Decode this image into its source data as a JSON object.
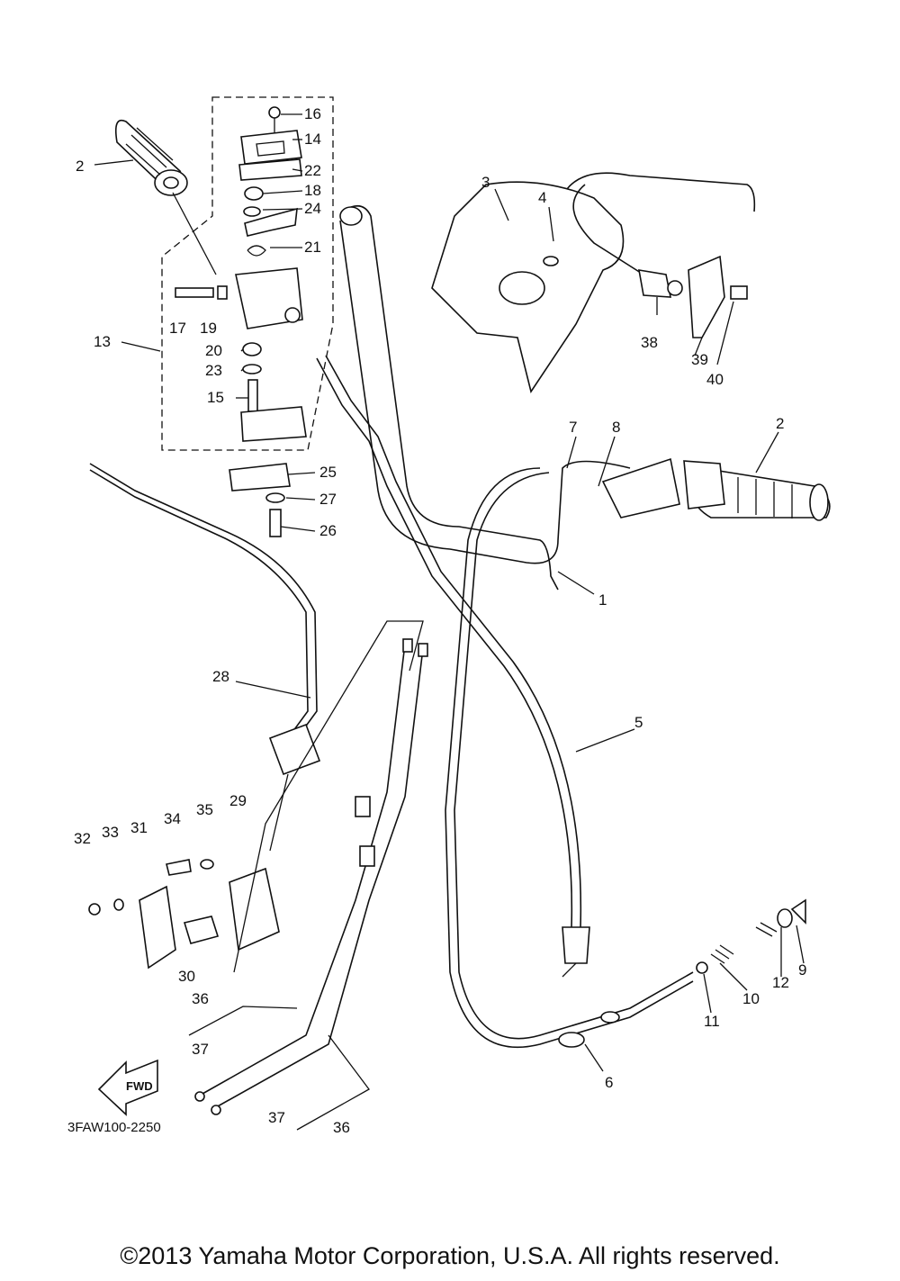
{
  "diagram": {
    "code": "3FAW100-2250",
    "fwd_label": "FWD",
    "callouts": [
      "1",
      "2",
      "2",
      "3",
      "4",
      "5",
      "6",
      "7",
      "8",
      "9",
      "10",
      "11",
      "12",
      "13",
      "14",
      "15",
      "16",
      "17",
      "18",
      "19",
      "20",
      "21",
      "22",
      "23",
      "24",
      "25",
      "26",
      "27",
      "28",
      "29",
      "30",
      "31",
      "32",
      "33",
      "34",
      "35",
      "36",
      "36",
      "37",
      "37",
      "38",
      "39",
      "40"
    ]
  },
  "footer": {
    "copyright": "©2013 Yamaha Motor Corporation, U.S.A. All rights reserved."
  }
}
